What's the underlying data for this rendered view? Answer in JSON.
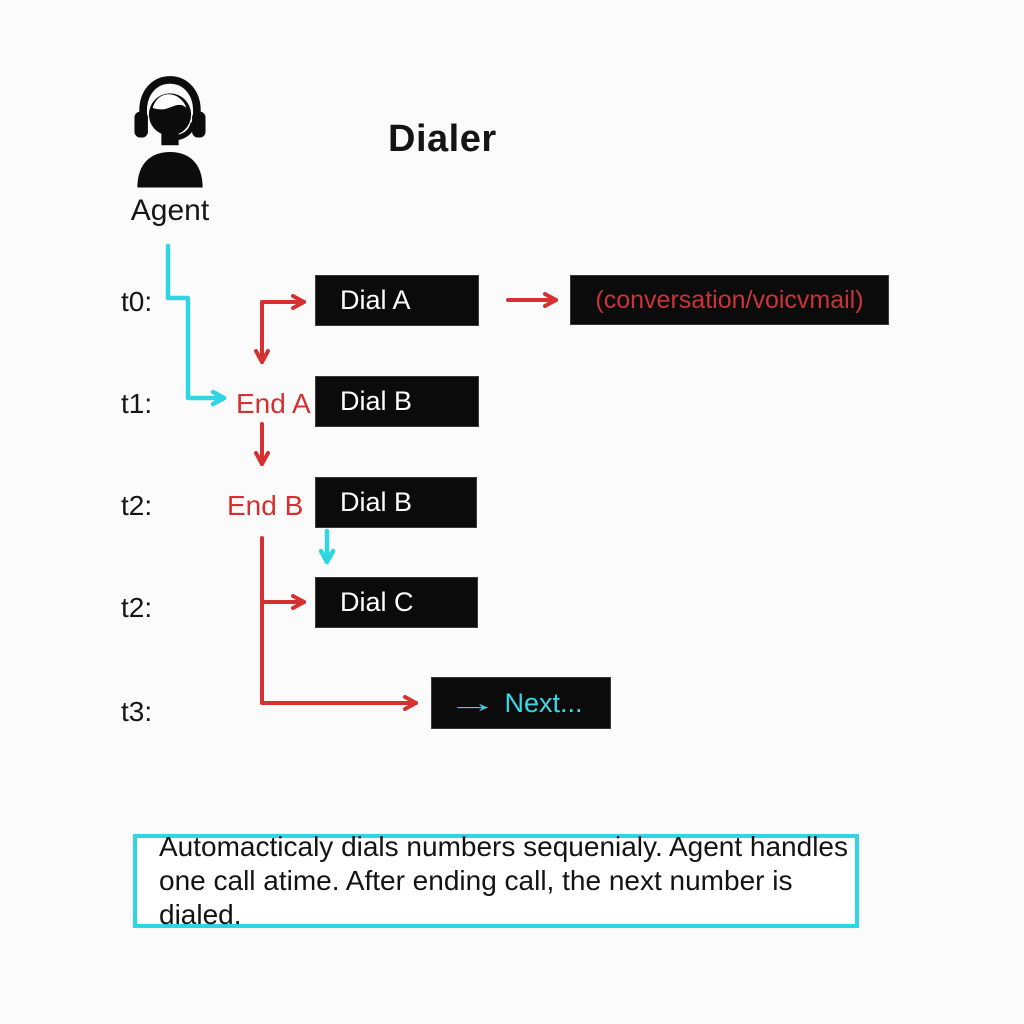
{
  "diagram": {
    "title": "Dialer",
    "agent_label": "Agent",
    "time_labels": [
      "t0:",
      "t1:",
      "t2:",
      "t2:",
      "t3:"
    ],
    "end_labels": {
      "end_a": "End A",
      "end_b": "End B"
    },
    "boxes": {
      "dial_a": "Dial A",
      "conversation": "(conversation/voicvmail)",
      "dial_b1": "Dial B",
      "dial_b2": "Dial B",
      "dial_c": "Dial C",
      "next_arrow_icon": "→",
      "next_label": "Next..."
    },
    "colors": {
      "red_flow": "#d63030",
      "cyan_flow": "#2fd5e2",
      "box_background": "#0b0b0b",
      "box_text": "#ffffff",
      "conversation_text": "#cc3338",
      "next_text": "#35d8e5",
      "text": "#161616",
      "background": "#fbfbfb"
    },
    "caption": {
      "line1": "Automacticaly dials numbers sequenialy. Agent handles",
      "line2": "one call atime. After ending call, the next number is dialed."
    }
  }
}
